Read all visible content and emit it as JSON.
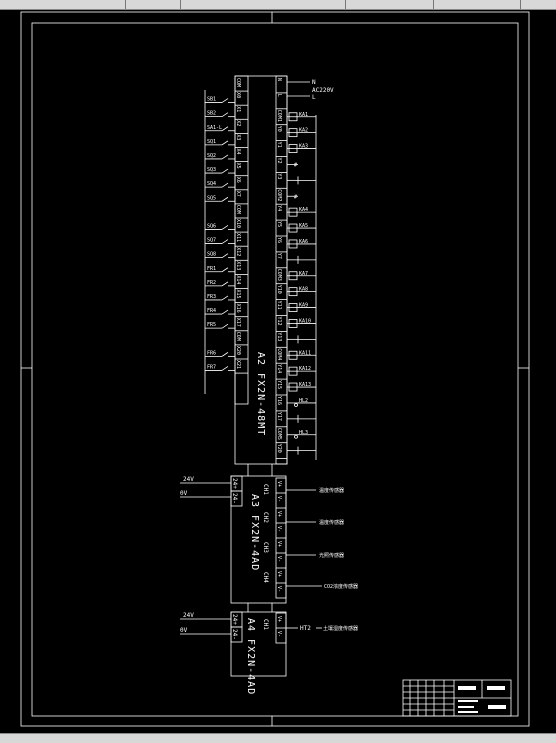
{
  "power": {
    "n": "N",
    "ac": "AC220V",
    "l": "L"
  },
  "plc_main": {
    "model": "A2  FX2N-48MT"
  },
  "inputs": [
    {
      "label": "COM",
      "switch": ""
    },
    {
      "label": "X0",
      "switch": "SB1"
    },
    {
      "label": "X1",
      "switch": "SB2"
    },
    {
      "label": "X2",
      "switch": "SA1-L"
    },
    {
      "label": "X3",
      "switch": "SQ1"
    },
    {
      "label": "X4",
      "switch": "SQ2"
    },
    {
      "label": "X5",
      "switch": "SQ3"
    },
    {
      "label": "X6",
      "switch": "SQ4"
    },
    {
      "label": "X7",
      "switch": "SQ5"
    },
    {
      "label": "COM",
      "switch": ""
    },
    {
      "label": "X10",
      "switch": "SQ6"
    },
    {
      "label": "X11",
      "switch": "SQ7"
    },
    {
      "label": "X12",
      "switch": "SQ8"
    },
    {
      "label": "X13",
      "switch": "FR1"
    },
    {
      "label": "X14",
      "switch": "FR2"
    },
    {
      "label": "X15",
      "switch": "FR3"
    },
    {
      "label": "X16",
      "switch": "FR4"
    },
    {
      "label": "X17",
      "switch": "FR5"
    },
    {
      "label": "COM",
      "switch": ""
    },
    {
      "label": "X20",
      "switch": "FR6"
    },
    {
      "label": "X21",
      "switch": "FR7"
    }
  ],
  "outputs": [
    {
      "label": "N",
      "load": ""
    },
    {
      "label": "L",
      "load": ""
    },
    {
      "label": "COM1",
      "load": "KA1"
    },
    {
      "label": "Y0",
      "load": "KA2"
    },
    {
      "label": "Y1",
      "load": "KA3"
    },
    {
      "label": "Y2",
      "load": "#"
    },
    {
      "label": "Y3",
      "load": ""
    },
    {
      "label": "COM2",
      "load": "#"
    },
    {
      "label": "Y4",
      "load": "KA4"
    },
    {
      "label": "Y5",
      "load": "KA5"
    },
    {
      "label": "Y6",
      "load": "KA6"
    },
    {
      "label": "Y7",
      "load": ""
    },
    {
      "label": "COM3",
      "load": "KA7"
    },
    {
      "label": "Y10",
      "load": "KA8"
    },
    {
      "label": "Y11",
      "load": "KA9"
    },
    {
      "label": "Y12",
      "load": "KA10"
    },
    {
      "label": "Y13",
      "load": ""
    },
    {
      "label": "COM4",
      "load": "KA11"
    },
    {
      "label": "Y14",
      "load": "KA12"
    },
    {
      "label": "Y15",
      "load": "KA13"
    },
    {
      "label": "Y16",
      "load": "HL2"
    },
    {
      "label": "Y17",
      "load": ""
    },
    {
      "label": "COM5",
      "load": "HL3"
    },
    {
      "label": "Y20",
      "load": ""
    }
  ],
  "module_a3": {
    "model": "A3  FX2N-4AD",
    "ch1": "CH1",
    "ch2": "CH2",
    "ch3": "CH3",
    "ch4": "CH4",
    "v24": "24V",
    "v0": "0V",
    "plus": "24+",
    "minus": "24-",
    "vplus": "V+",
    "vminus": "V-",
    "sensor1": "温度传感器",
    "sensor2": "温度传感器",
    "sensor3": "光照传感器",
    "sensor4": "CO2浓度传感器"
  },
  "module_a4": {
    "model": "A4  FX2N-4AD",
    "ch1": "CH1",
    "v24": "24V",
    "v0": "0V",
    "plus": "24+",
    "minus": "24-",
    "vplus": "V+",
    "vminus": "V-",
    "sensor_tag": "HT2",
    "sensor": "土壤湿度传感器"
  }
}
